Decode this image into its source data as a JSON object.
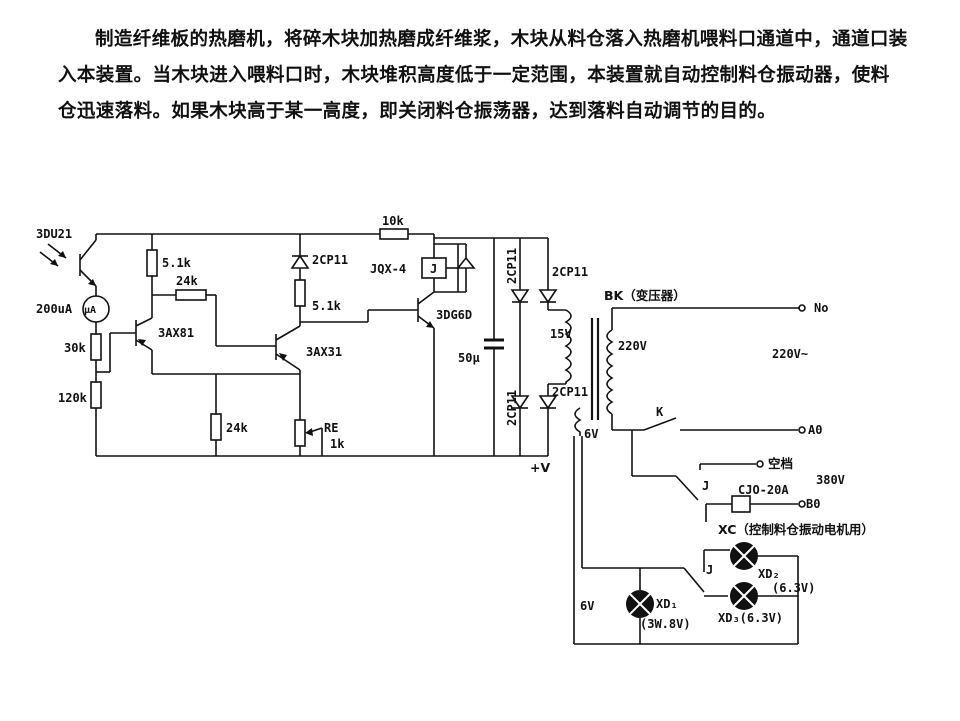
{
  "intro_text": "制造纤维板的热磨机，将碎木块加热磨成纤维浆，木块从料仓落入热磨机喂料口通道中，通道口装入本装置。当木块进入喂料口时，木块堆积高度低于一定范围，本装置就自动控制料仓振动器，使料仓迅速落料。如果木块高于某一高度，即关闭料仓振荡器，达到落料自动调节的目的。",
  "labels": {
    "phototransistor": "3DU21",
    "meter_value": "200uA",
    "meter_symbol": "μA",
    "r_30k": "30k",
    "r_120k": "120k",
    "r_5k1_left": "5.1k",
    "r_24k_top": "24k",
    "q1": "3AX81",
    "r_24k_bottom": "24k",
    "d_2cp11_top": "2CP11",
    "r_5k1_mid": "5.1k",
    "q2": "3AX31",
    "pot_re": "RE",
    "pot_value": "1k",
    "r_10k": "10k",
    "relay": "JQX-4",
    "relay_coil": "J",
    "q3": "3DG6D",
    "cap": "50μ",
    "bridge_d1": "2CP11",
    "bridge_d2": "2CP11",
    "bridge_d3": "2CP11",
    "bridge_d4": "2CP11",
    "v15": "15V",
    "v6_small": "6V",
    "plus_v": "+V",
    "transformer": "BK（变压器）",
    "t_primary": "220V",
    "mains_220": "220V~",
    "node_n": "No",
    "node_a": "A0",
    "node_b": "B0",
    "switch_k": "K",
    "relay_contact_1": "J",
    "idle": "空档",
    "v380": "380V",
    "contactor": "CJO-20A",
    "xc": "XC（控制料仓振动电机用）",
    "relay_contact_2": "J",
    "xd2": "XD₂",
    "xd2_rating": "(6.3V)",
    "xd3": "XD₃(6.3V)",
    "xd1": "XD₁",
    "xd1_rating": "(3W.8V)",
    "v6_lamp": "6V"
  }
}
